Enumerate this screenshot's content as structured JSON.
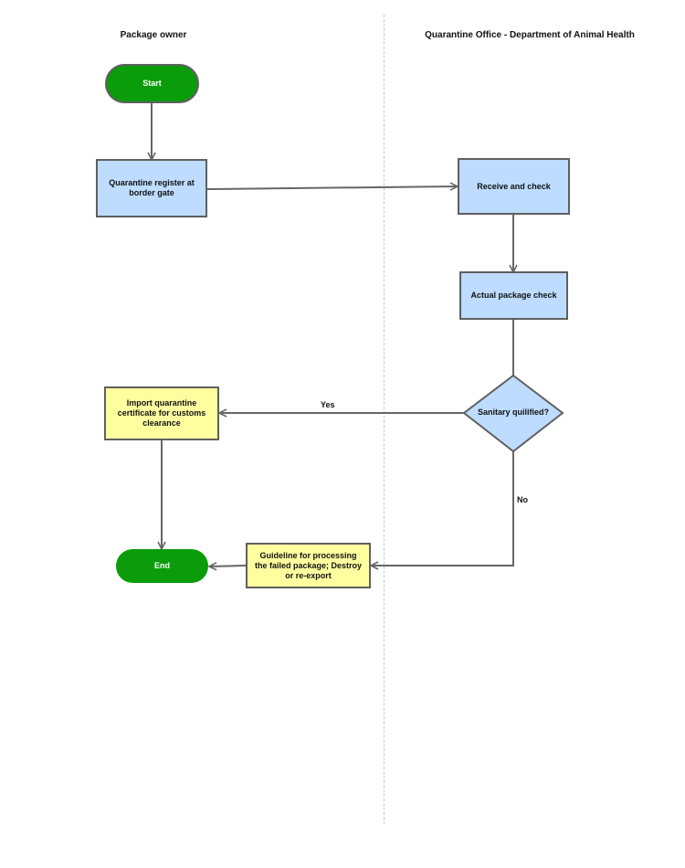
{
  "lanes": {
    "left_title": "Package owner",
    "right_title": "Quarantine Office - Department of Animal Health"
  },
  "nodes": {
    "start": "Start",
    "register": "Quarantine register at border gate",
    "receive": "Receive and check",
    "actual_check": "Actual package check",
    "decision": "Sanitary quilified?",
    "import_cert": "Import quarantine certificate for customs clearance",
    "guideline": "Guideline for processing the failed package; Destroy or re-export",
    "end": "End"
  },
  "edge_labels": {
    "yes": "Yes",
    "no": "No"
  },
  "colors": {
    "terminal": "#0a9c0a",
    "process": "#bddcff",
    "document": "#ffff9f",
    "line": "#666666"
  }
}
